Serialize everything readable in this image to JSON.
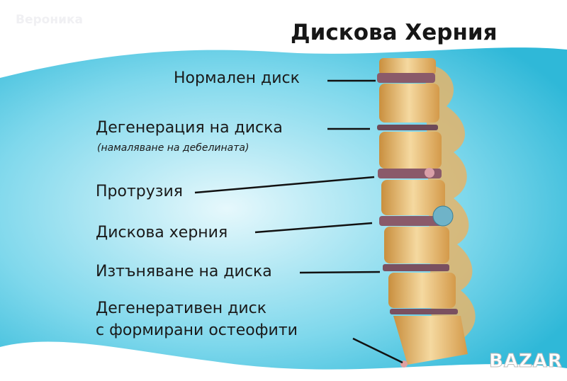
{
  "watermark": "Вероника",
  "logo": "BAZAR",
  "title": "Дискова Херния",
  "labels": {
    "normal": "Нормален диск",
    "degeneration": "Дегенерация на диска",
    "degeneration_note": "(намаляване на дебелината)",
    "protrusion": "Протрузия",
    "herniation": "Дискова херния",
    "thinning": "Изтъняване на диска",
    "degenerative_1": "Дегенеративен диск",
    "degenerative_2": "с формирани остеофити"
  },
  "colors": {
    "band": "#3cc3df",
    "bone": "#e8c07a",
    "disc": "#8a5a6a"
  }
}
